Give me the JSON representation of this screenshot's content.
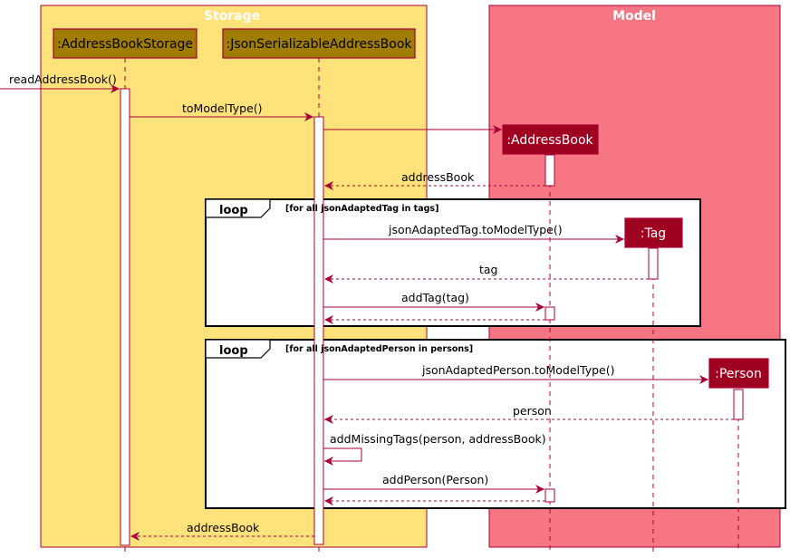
{
  "colors": {
    "storage_box": "#FFE27A",
    "model_box": "#F77684",
    "storage_participant": "#A07C00",
    "model_participant": "#A00020",
    "border": "#A80036",
    "arrow": "#A80036"
  },
  "boxes": {
    "storage": {
      "title": "Storage"
    },
    "model": {
      "title": "Model"
    }
  },
  "participants": {
    "address_book_storage": ":AddressBookStorage",
    "json_serializable_address_book": ":JsonSerializableAddressBook",
    "address_book": ":AddressBook",
    "tag": ":Tag",
    "person": ":Person"
  },
  "messages": {
    "read_address_book": "readAddressBook()",
    "to_model_type": "toModelType()",
    "return_address_book": "addressBook",
    "json_adapted_tag_to_model_type": "jsonAdaptedTag.toModelType()",
    "return_tag": "tag",
    "add_tag": "addTag(tag)",
    "json_adapted_person_to_model_type": "jsonAdaptedPerson.toModelType()",
    "return_person": "person",
    "add_missing_tags": "addMissingTags(person, addressBook)",
    "add_person": "addPerson(Person)",
    "final_return_address_book": "addressBook"
  },
  "loops": {
    "tags": {
      "keyword": "loop",
      "guard": "[for all jsonAdaptedTag in tags]"
    },
    "persons": {
      "keyword": "loop",
      "guard": "[for all jsonAdaptedPerson in persons]"
    }
  }
}
